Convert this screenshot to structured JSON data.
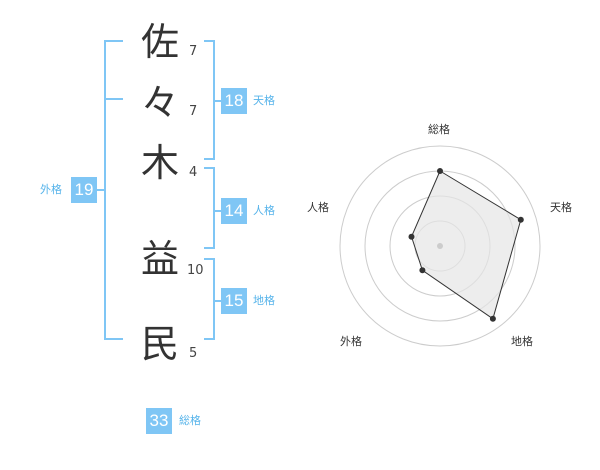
{
  "accent_color": "#7fc6f5",
  "label_color": "#55b3ea",
  "name_chars": [
    {
      "char": "佐",
      "strokes": "7"
    },
    {
      "char": "々",
      "strokes": "7"
    },
    {
      "char": "木",
      "strokes": "4"
    },
    {
      "char": "益",
      "strokes": "10"
    },
    {
      "char": "民",
      "strokes": "5"
    }
  ],
  "fortunes": {
    "gaikaku": {
      "value": "19",
      "label": "外格"
    },
    "tenkaku": {
      "value": "18",
      "label": "天格"
    },
    "jinkaku": {
      "value": "14",
      "label": "人格"
    },
    "chikaku": {
      "value": "15",
      "label": "地格"
    },
    "soukaku": {
      "value": "33",
      "label": "総格"
    }
  },
  "radar": {
    "axes": [
      "総格",
      "天格",
      "地格",
      "外格",
      "人格"
    ],
    "values": [
      0.75,
      0.85,
      0.9,
      0.3,
      0.3
    ],
    "rings": 4
  }
}
